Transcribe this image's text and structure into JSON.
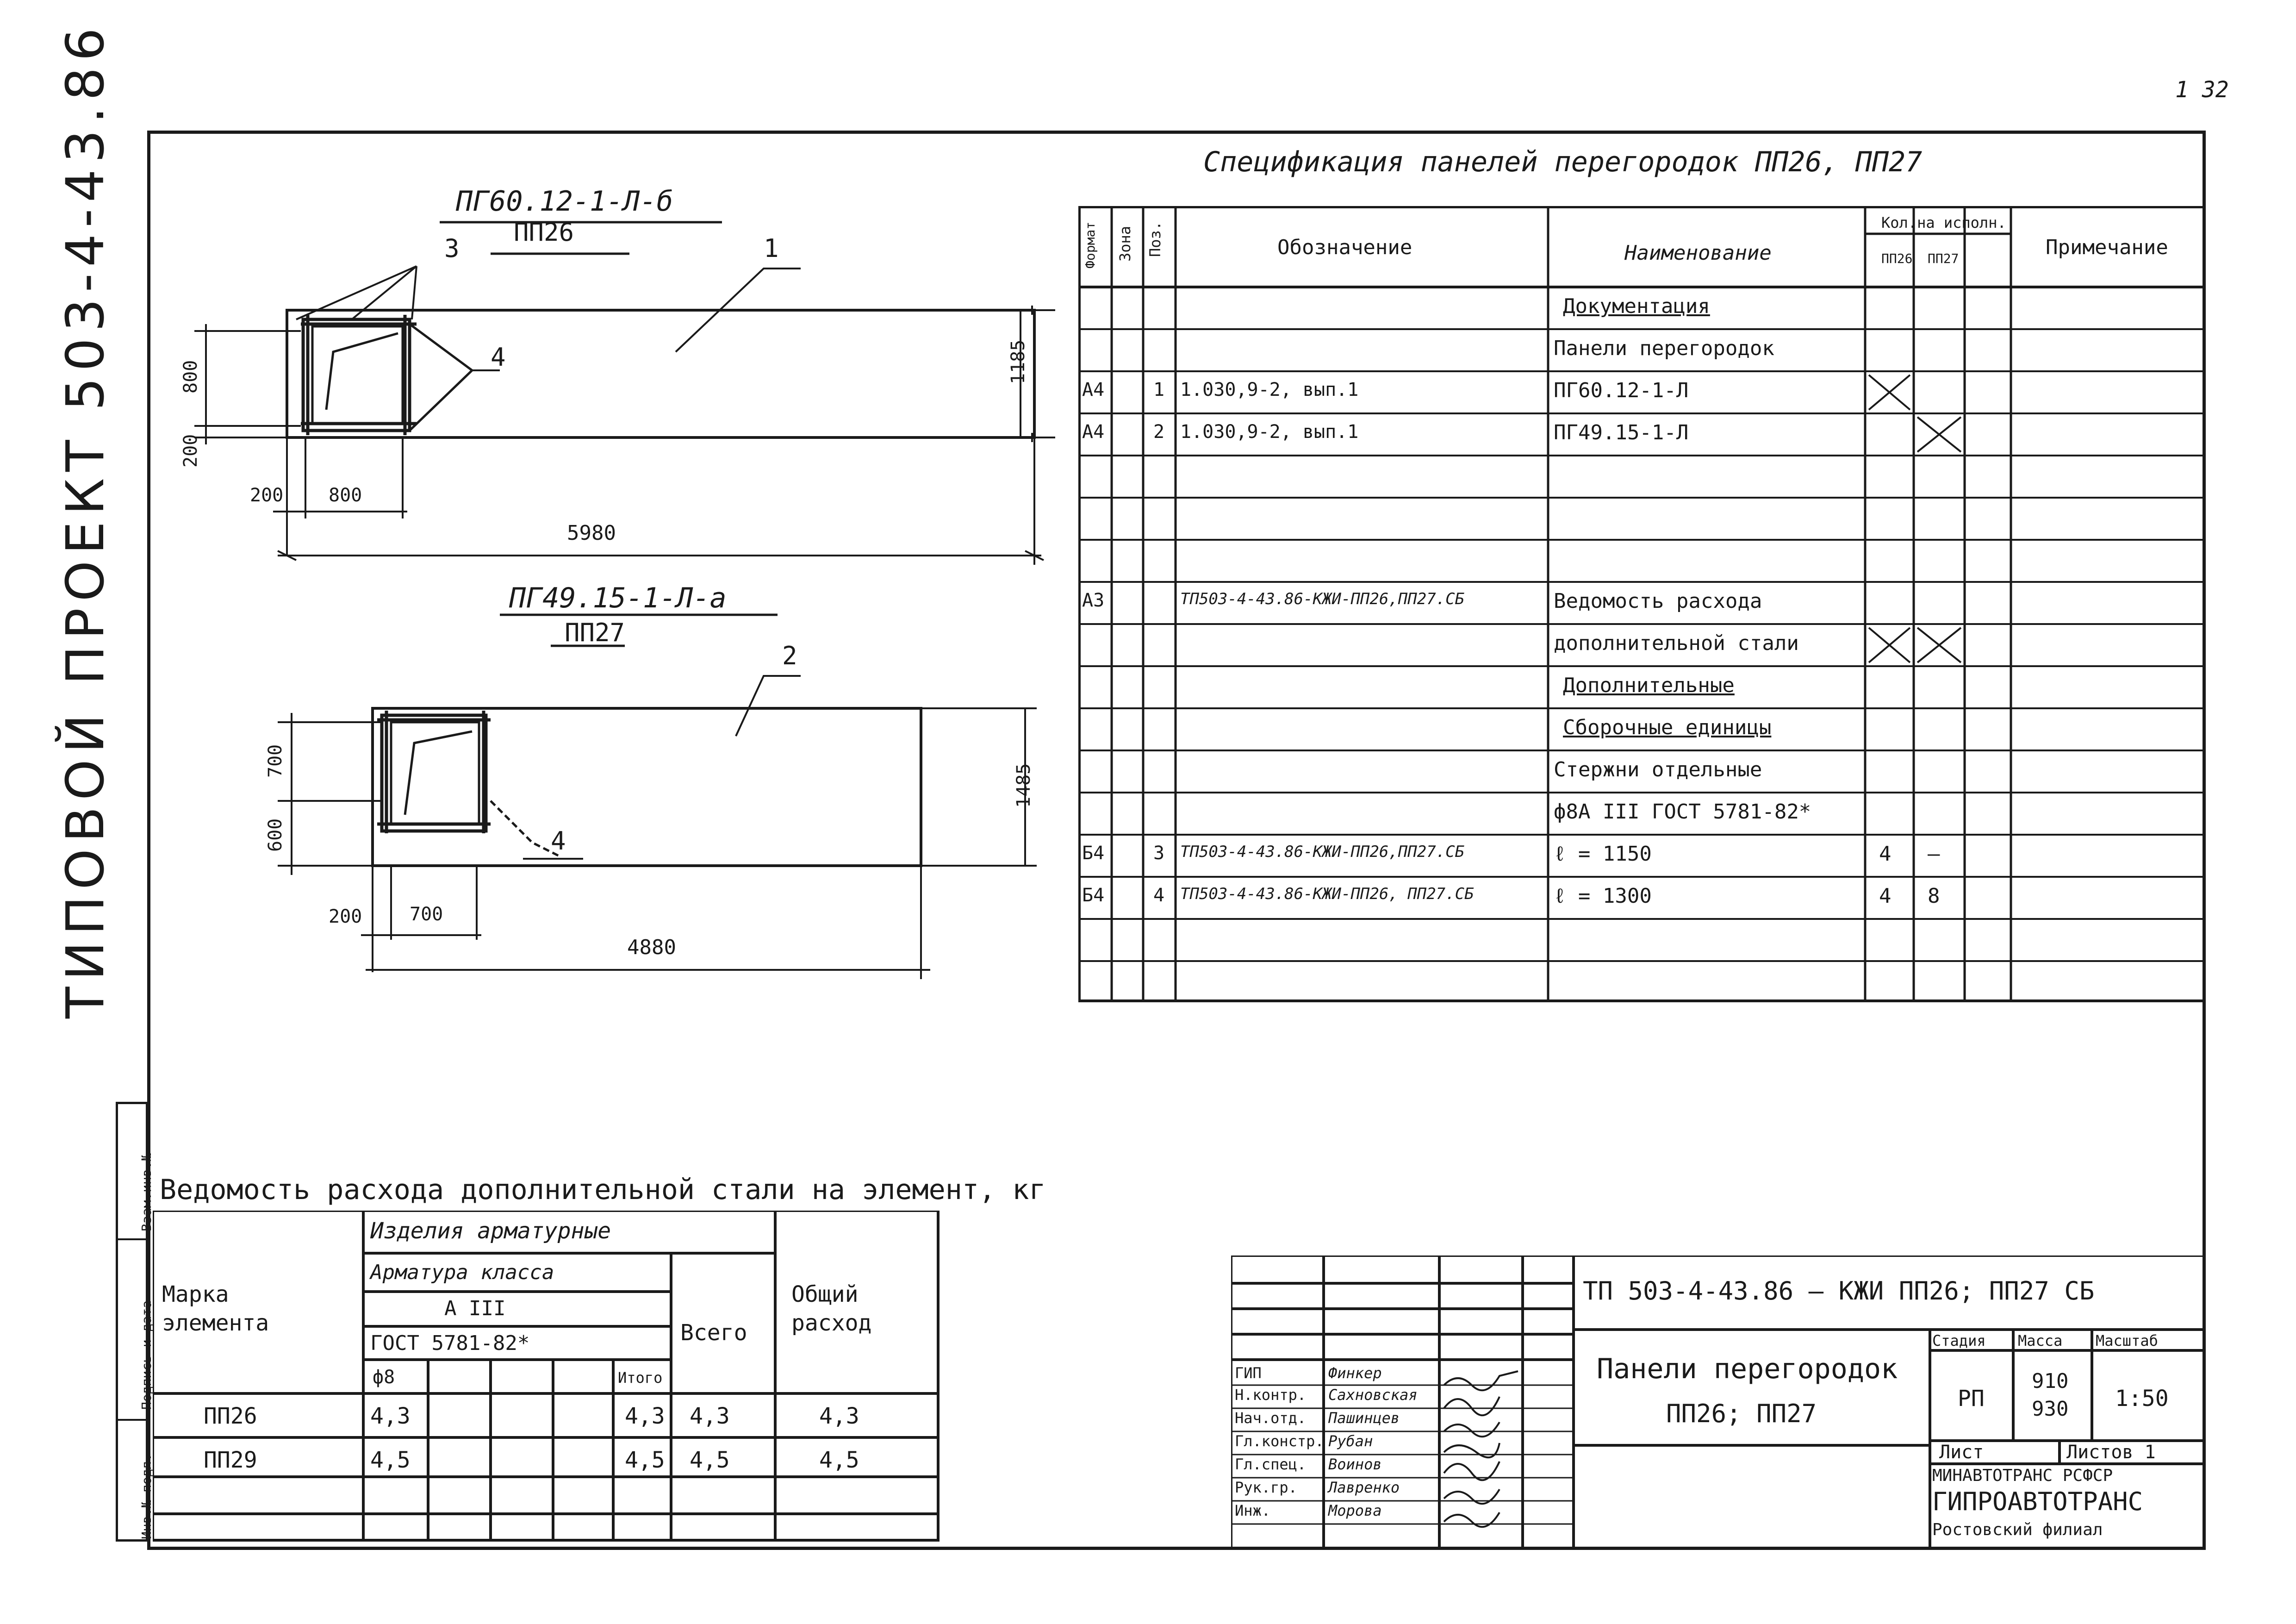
{
  "page_number": "1 32",
  "side_title": "ТИПОВОЙ ПРОЕКТ 503-4-43.86 АЛЬБОМ IV",
  "side_stamp": [
    "Инв.№ подл.",
    "Подпись и дата",
    "Взам.инв.№"
  ],
  "drawing1": {
    "title": "ПГ60.12-1-Л-б",
    "subtitle": "ПП26",
    "labels": {
      "pos1": "1",
      "pos3": "3",
      "pos4": "4"
    },
    "dims": {
      "h800": "800",
      "h200": "200",
      "w200": "200",
      "w800": "800",
      "total": "5980",
      "height": "1185"
    }
  },
  "drawing2": {
    "title": "ПГ49.15-1-Л-а",
    "subtitle": "ПП27",
    "labels": {
      "pos2": "2",
      "pos4": "4"
    },
    "dims": {
      "h700": "700",
      "h600": "600",
      "w200": "200",
      "w700": "700",
      "total": "4880",
      "height": "1485"
    }
  },
  "spec": {
    "title": "Спецификация панелей перегородок ПП26, ПП27",
    "headers": {
      "format": "Формат",
      "zone": "Зона",
      "pos": "Поз.",
      "designation": "Обозначение",
      "name": "Наименование",
      "qty": "Кол.на исполн.",
      "qty_a": "ПП26",
      "qty_b": "ПП27",
      "note": "Примечание"
    },
    "rows": [
      {
        "format": "",
        "pos": "",
        "designation": "",
        "name": "Документация",
        "qa": "",
        "qb": ""
      },
      {
        "format": "",
        "pos": "",
        "designation": "",
        "name": "Панели перегородок",
        "qa": "",
        "qb": ""
      },
      {
        "format": "А4",
        "pos": "1",
        "designation": "1.030,9-2, вып.1",
        "name": "ПГ60.12-1-Л",
        "qa": "",
        "qb": ""
      },
      {
        "format": "А4",
        "pos": "2",
        "designation": "1.030,9-2, вып.1",
        "name": "ПГ49.15-1-Л",
        "qa": "",
        "qb": ""
      },
      {
        "format": "",
        "pos": "",
        "designation": "",
        "name": "",
        "qa": "",
        "qb": ""
      },
      {
        "format": "",
        "pos": "",
        "designation": "",
        "name": "",
        "qa": "",
        "qb": ""
      },
      {
        "format": "",
        "pos": "",
        "designation": "",
        "name": "",
        "qa": "",
        "qb": ""
      },
      {
        "format": "А3",
        "pos": "",
        "designation": "ТП503-4-43.86-КЖИ-ПП26,ПП27.СБ",
        "name": "Ведомость расхода",
        "qa": "",
        "qb": ""
      },
      {
        "format": "",
        "pos": "",
        "designation": "",
        "name": "дополнительной стали",
        "qa": "",
        "qb": ""
      },
      {
        "format": "",
        "pos": "",
        "designation": "",
        "name": "Дополнительные",
        "qa": "",
        "qb": ""
      },
      {
        "format": "",
        "pos": "",
        "designation": "",
        "name": "Сборочные единицы",
        "qa": "",
        "qb": ""
      },
      {
        "format": "",
        "pos": "",
        "designation": "",
        "name": "Стержни отдельные",
        "qa": "",
        "qb": ""
      },
      {
        "format": "",
        "pos": "",
        "designation": "",
        "name": "ф8А III ГОСТ 5781-82*",
        "qa": "",
        "qb": ""
      },
      {
        "format": "Б4",
        "pos": "3",
        "designation": "ТП503-4-43.86-КЖИ-ПП26,ПП27.СБ",
        "name": "ℓ = 1150",
        "qa": "4",
        "qb": "–"
      },
      {
        "format": "Б4",
        "pos": "4",
        "designation": "ТП503-4-43.86-КЖИ-ПП26, ПП27.СБ",
        "name": "ℓ = 1300",
        "qa": "4",
        "qb": "8"
      },
      {
        "format": "",
        "pos": "",
        "designation": "",
        "name": "",
        "qa": "",
        "qb": ""
      },
      {
        "format": "",
        "pos": "",
        "designation": "",
        "name": "",
        "qa": "",
        "qb": ""
      }
    ]
  },
  "steel": {
    "title": "Ведомость расхода дополнительной стали на элемент, кг",
    "headers": {
      "mark": "Марка элемента",
      "group": "Изделия арматурные",
      "class": "Арматура класса",
      "grade": "А III",
      "gost": "ГОСТ 5781-82*",
      "dia": "ф8",
      "itogo": "Итого",
      "total": "Всего",
      "general": "Общий расход"
    },
    "rows": [
      {
        "mark": "ПП26",
        "d8": "4,3",
        "itogo": "4,3",
        "total": "4,3",
        "general": "4,3"
      },
      {
        "mark": "ПП29",
        "d8": "4,5",
        "itogo": "4,5",
        "total": "4,5",
        "general": "4,5"
      }
    ]
  },
  "stamp": {
    "code": "ТП 503-4-43.86 – КЖИ ПП26; ПП27 СБ",
    "name_line1": "Панели перегородок",
    "name_line2": "ПП26; ПП27",
    "stage_h": "Стадия",
    "mass_h": "Масса",
    "scale_h": "Масштаб",
    "stage": "РП",
    "mass1": "910",
    "mass2": "930",
    "scale": "1:50",
    "sheet": "Лист",
    "sheets": "Листов 1",
    "org1": "МИНАВТОТРАНС РСФСР",
    "org2": "ГИПРОАВТОТРАНС",
    "org3": "Ростовский филиал",
    "people": [
      {
        "role": "ГИП",
        "name": "Финкер"
      },
      {
        "role": "Н.контр.",
        "name": "Сахновская"
      },
      {
        "role": "Нач.отд.",
        "name": "Пашинцев"
      },
      {
        "role": "Гл.констр.",
        "name": "Рубан"
      },
      {
        "role": "Гл.спец.",
        "name": "Воинов"
      },
      {
        "role": "Рук.гр.",
        "name": "Лавренко"
      },
      {
        "role": "Инж.",
        "name": "Морова"
      }
    ]
  }
}
